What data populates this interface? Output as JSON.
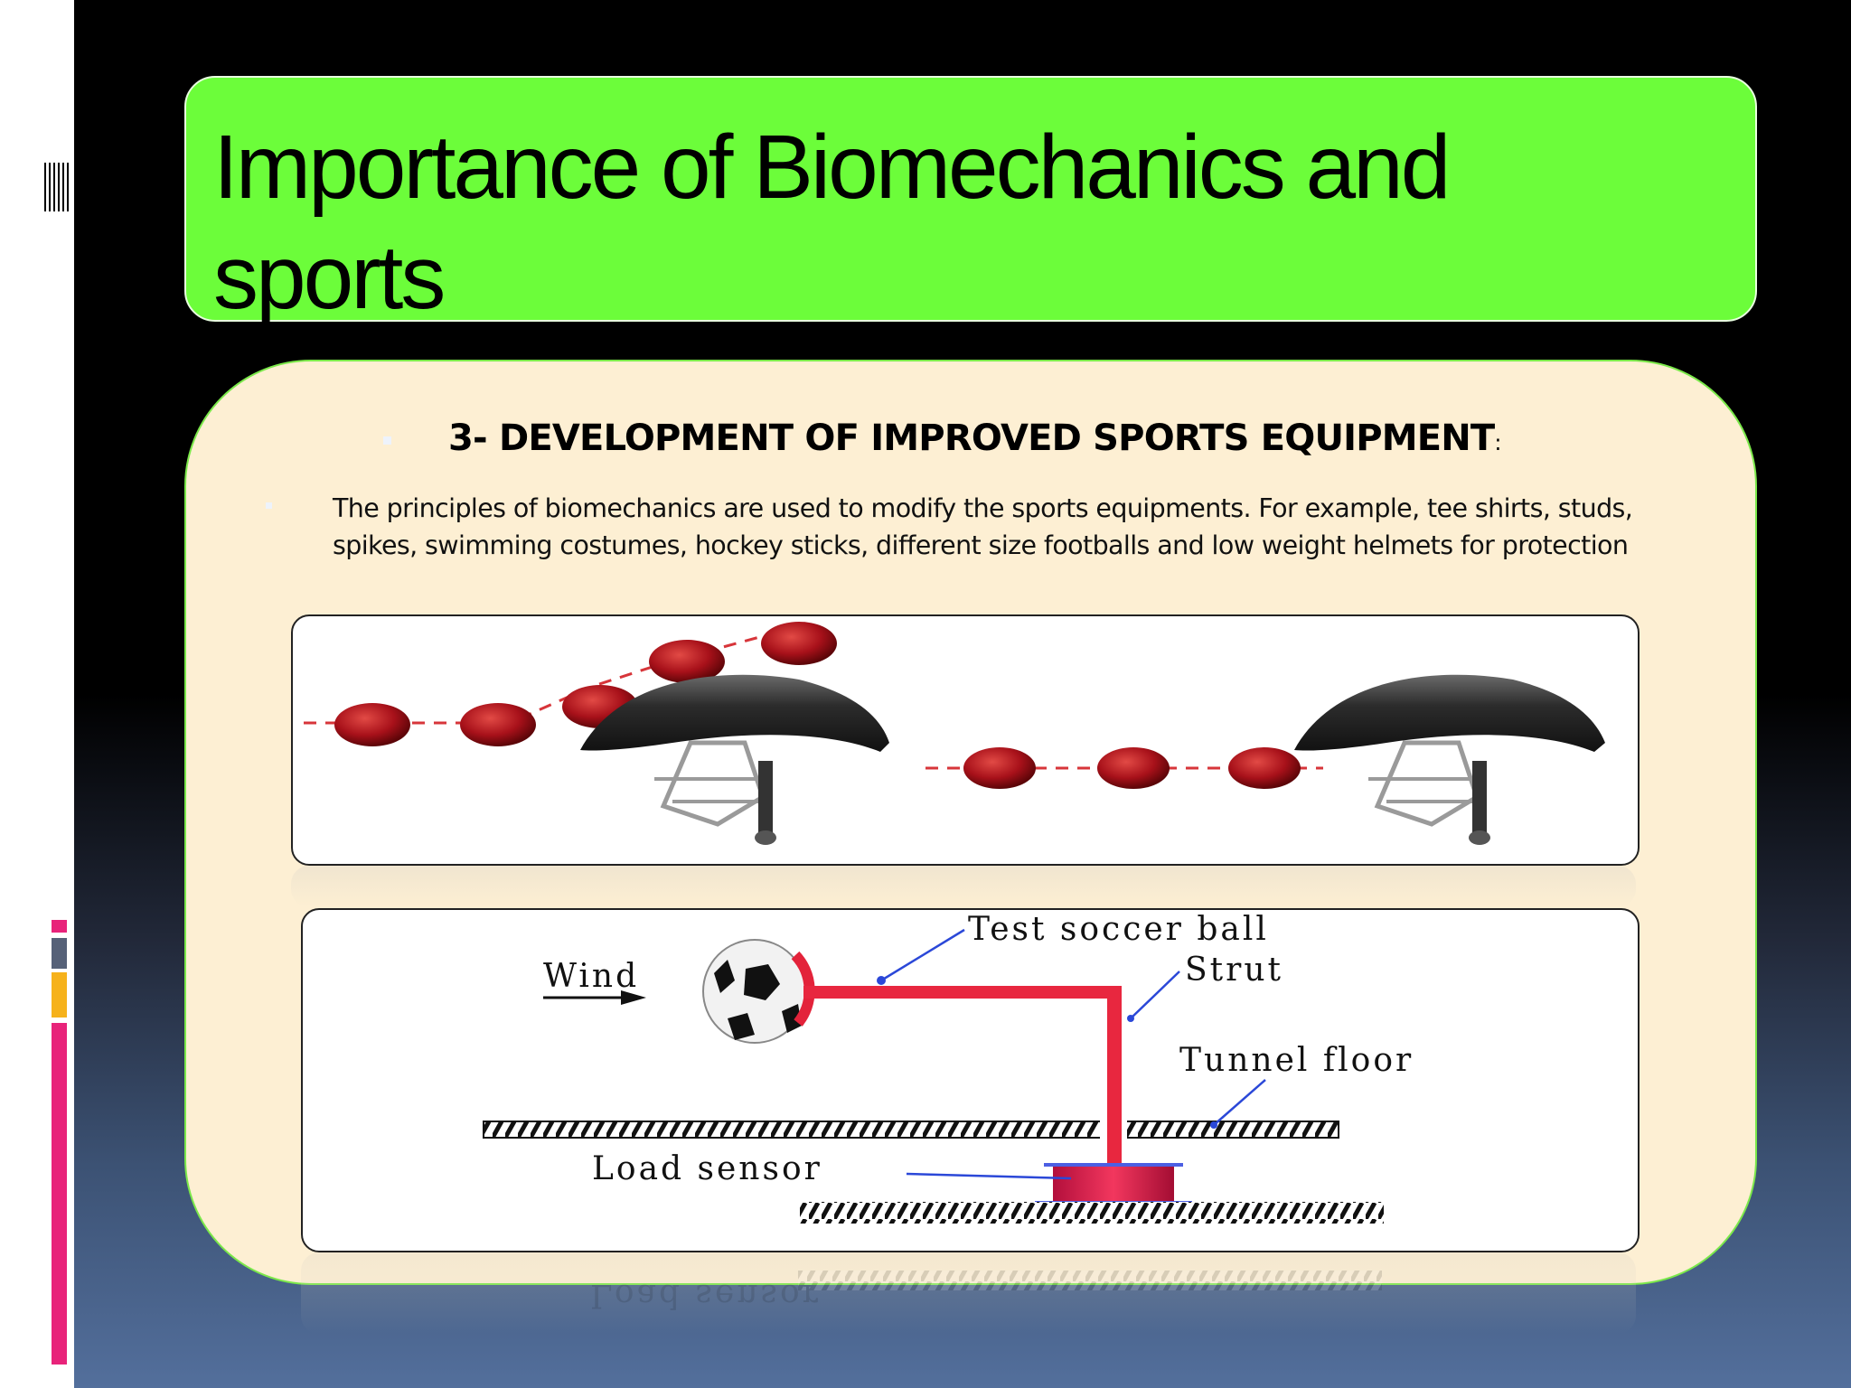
{
  "slide": {
    "title_line1": "Importance of Biomechanics and",
    "title_line2": "sports",
    "heading": "3- DEVELOPMENT OF IMPROVED SPORTS EQUIPMENT",
    "heading_punct": ":",
    "body_line1": "The principles of biomechanics are used to modify the sports equipments. For example, tee shirts, studs,",
    "body_line2": "spikes, swimming costumes, hockey sticks, different size footballs and low weight helmets for protection"
  },
  "diagram": {
    "wind": "Wind",
    "test_ball": "Test soccer ball",
    "strut": "Strut",
    "tunnel_floor": "Tunnel floor",
    "load_sensor": "Load sensor",
    "reflection_text": "Load sensor"
  },
  "colors": {
    "title_bg": "#6cfd3a",
    "content_bg": "#fdefd3",
    "accent_pink": "#e8237a",
    "accent_orange": "#f6b21b",
    "accent_gray": "#566178"
  }
}
